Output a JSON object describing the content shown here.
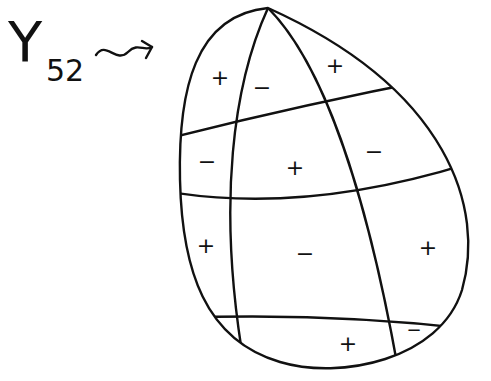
{
  "diagram": {
    "labels": [
      "Y",
      "52",
      "+",
      "−",
      "+",
      "−",
      "+",
      "−",
      "+",
      "−",
      "+",
      "+",
      "−"
    ]
  }
}
